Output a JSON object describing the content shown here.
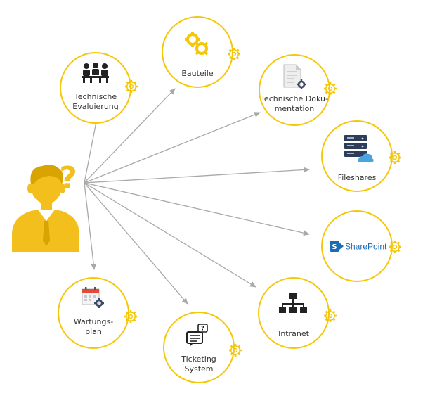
{
  "colors": {
    "ring": "#f5c70a",
    "arrow": "#a9a9a9",
    "user": "#f2bf1c",
    "icon_dark": "#222222",
    "sharepoint": "#1b6cb3"
  },
  "nodes": {
    "technische_evaluierung": {
      "icon": "meeting-people-icon",
      "lines": [
        "Technische",
        "Evaluierung"
      ]
    },
    "bauteile": {
      "icon": "gears-icon",
      "lines": [
        "Bauteile"
      ]
    },
    "technische_dokumentation": {
      "icon": "document-gear-icon",
      "lines": [
        "Technische Doku-",
        "mentation"
      ]
    },
    "fileshares": {
      "icon": "server-cloud-icon",
      "lines": [
        "Fileshares"
      ]
    },
    "sharepoint": {
      "icon": "sharepoint-logo-icon",
      "logo_text": "SharePoint"
    },
    "intranet": {
      "icon": "network-icon",
      "lines": [
        "Intranet"
      ]
    },
    "ticketing_system": {
      "icon": "ticket-chat-icon",
      "lines": [
        "Ticketing",
        "System"
      ]
    },
    "wartungsplan": {
      "icon": "calendar-gear-icon",
      "lines": [
        "Wartungs-",
        "plan"
      ]
    }
  },
  "user": {
    "icon": "confused-user-icon",
    "question_mark": "?"
  }
}
